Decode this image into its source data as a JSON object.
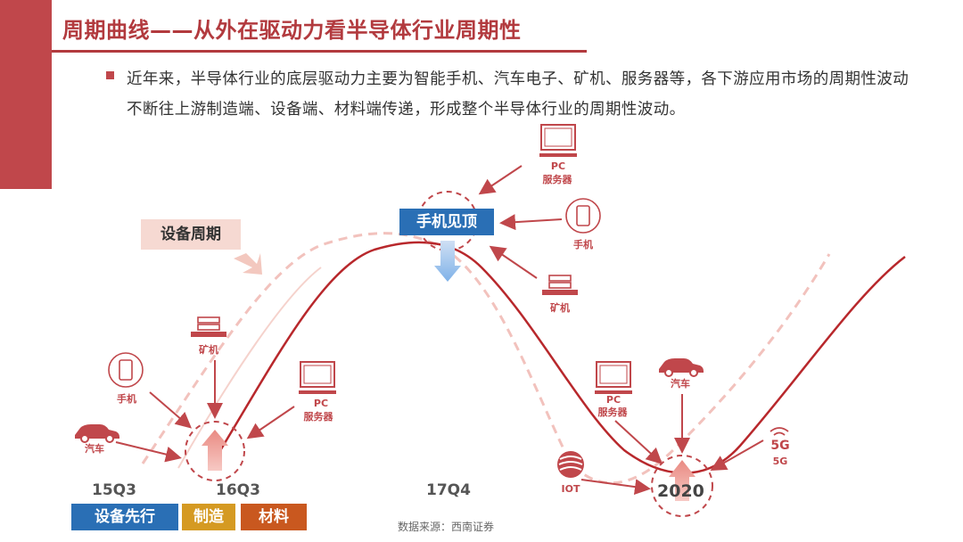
{
  "title": "周期曲线——从外在驱动力看半导体行业周期性",
  "intro": "近年来，半导体行业的底层驱动力主要为智能手机、汽车电子、矿机、服务器等，各下游应用市场的周期性波动不断往上游制造端、设备端、材料端传递，形成整个半导体行业的周期性波动。",
  "tags": {
    "equipment_cycle": "设备周期",
    "phone_peak": "手机见顶"
  },
  "stages": [
    "设备先行",
    "制造",
    "材料"
  ],
  "quarters": [
    "15Q3",
    "16Q3",
    "17Q4"
  ],
  "year": "2020",
  "drivers_left": {
    "miner": "矿机",
    "phone": "手机",
    "car": "汽车",
    "pc": "PC",
    "server": "服务器"
  },
  "drivers_top": {
    "pc": "PC",
    "server": "服务器",
    "phone": "手机",
    "miner": "矿机"
  },
  "drivers_right": {
    "pc": "PC",
    "server": "服务器",
    "car": "汽车",
    "iot": "IOT",
    "g5_icon": "5G",
    "g5": "5G"
  },
  "source": "数据来源：西南证券",
  "colors": {
    "accent": "#c0474b",
    "blue": "#2a6fb5",
    "gold": "#d59a22",
    "orange": "#c9581f",
    "curve": "#b8282c",
    "curve_light": "#f2c2bd"
  },
  "icons": [
    "monitor-icon",
    "phone-icon",
    "car-icon",
    "miner-icon",
    "iot-icon",
    "5g-signal-icon",
    "up-arrow-icon",
    "down-arrow-icon"
  ]
}
